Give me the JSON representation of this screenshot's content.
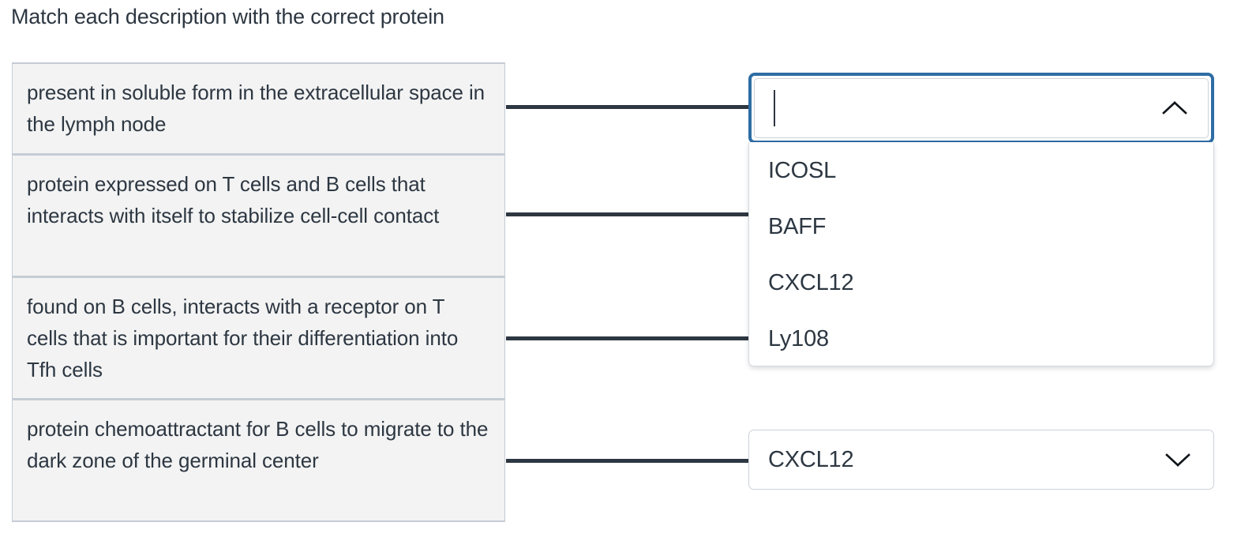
{
  "page": {
    "title": "Match each description with the correct protein",
    "background_color": "#ffffff",
    "text_color": "#2d3742",
    "focus_ring_color": "#2e6da4",
    "connector_color": "#2d3742",
    "item_background_color": "#f3f3f3",
    "item_border_color": "#c5ccd4"
  },
  "descriptions": [
    {
      "text": "present in soluble form in the extracellular space in the lymph node"
    },
    {
      "text": "protein expressed on T cells and B cells that interacts with itself to stabilize cell-cell contact"
    },
    {
      "text": "found on B cells, interacts with a receptor on T cells that is important for their differentiation into Tfh cells"
    },
    {
      "text": "protein chemoattractant for B cells to migrate to the dark zone of the germinal center"
    }
  ],
  "answers": {
    "select_1": {
      "value": "",
      "placeholder": "",
      "state": "open",
      "focused": true,
      "chevron": "chevron-up-icon"
    },
    "select_2": {
      "value": "CXCL12",
      "state": "closed",
      "focused": false,
      "chevron": "chevron-down-icon"
    }
  },
  "dropdown": {
    "open": true,
    "options": [
      {
        "label": "ICOSL"
      },
      {
        "label": "BAFF"
      },
      {
        "label": "CXCL12"
      },
      {
        "label": "Ly108"
      }
    ]
  },
  "connectors": [
    {
      "id": 1
    },
    {
      "id": 2
    },
    {
      "id": 3
    },
    {
      "id": 4
    }
  ]
}
